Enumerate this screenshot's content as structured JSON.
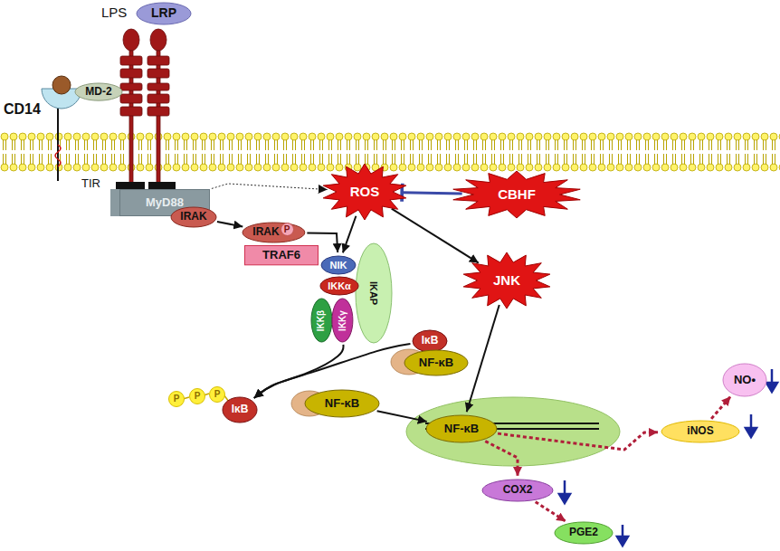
{
  "diagram": {
    "nodes": [
      {
        "text": [
          "LRP"
        ]
      },
      {
        "text": [
          "MD-2"
        ]
      },
      {
        "text": [
          "MyD88"
        ]
      },
      {
        "text": [
          "IRAK"
        ]
      },
      {
        "text": [
          "IRAK",
          "P"
        ]
      },
      {
        "text": [
          "TRAF6"
        ]
      },
      {
        "text": [
          "ROS"
        ]
      },
      {
        "text": [
          "CBHF"
        ]
      },
      {
        "text": [
          "IKAP"
        ]
      },
      {
        "text": [
          "NIK"
        ]
      },
      {
        "text": [
          "IKKα"
        ]
      },
      {
        "text": [
          "IKKβ"
        ]
      },
      {
        "text": [
          "IKKγ"
        ]
      },
      {
        "text": [
          "JNK"
        ]
      },
      {
        "text": [
          "IκB"
        ]
      },
      {
        "text": [
          "NF-κB"
        ]
      },
      {
        "text": [
          "IκB"
        ]
      },
      {
        "text": [
          "NF-κB"
        ]
      },
      {
        "text": [
          "NF-κB"
        ]
      },
      {
        "text": [
          "COX2"
        ]
      },
      {
        "text": [
          "PGE2"
        ]
      },
      {
        "text": [
          "iNOS"
        ]
      },
      {
        "text": [
          "NO•"
        ]
      }
    ],
    "edges": [
      {
        "from": 3,
        "to": 4,
        "arrow": "to"
      },
      {
        "from": 4,
        "to": 9,
        "arrow": "to"
      },
      {
        "from": 2,
        "to": 6,
        "arrow": "to"
      },
      {
        "from": 7,
        "to": 6,
        "arrow": "to"
      },
      {
        "from": 6,
        "to": 9,
        "arrow": "to"
      },
      {
        "from": 6,
        "to": 13,
        "arrow": "to"
      },
      {
        "from": 13,
        "to": 18,
        "arrow": "to"
      },
      {
        "from": 12,
        "to": 16,
        "arrow": "to"
      },
      {
        "from": 14,
        "to": 16,
        "arrow": "to"
      },
      {
        "from": 17,
        "to": 18,
        "arrow": "to"
      },
      {
        "from": 18,
        "to": 19,
        "arrow": "to"
      },
      {
        "from": 19,
        "to": 20,
        "arrow": "to"
      },
      {
        "from": 18,
        "to": 21,
        "arrow": "to"
      },
      {
        "from": 21,
        "to": 22,
        "arrow": "to"
      }
    ],
    "labels": [
      "LPS",
      "CD14",
      "TIR",
      "P",
      "P",
      "P"
    ]
  }
}
